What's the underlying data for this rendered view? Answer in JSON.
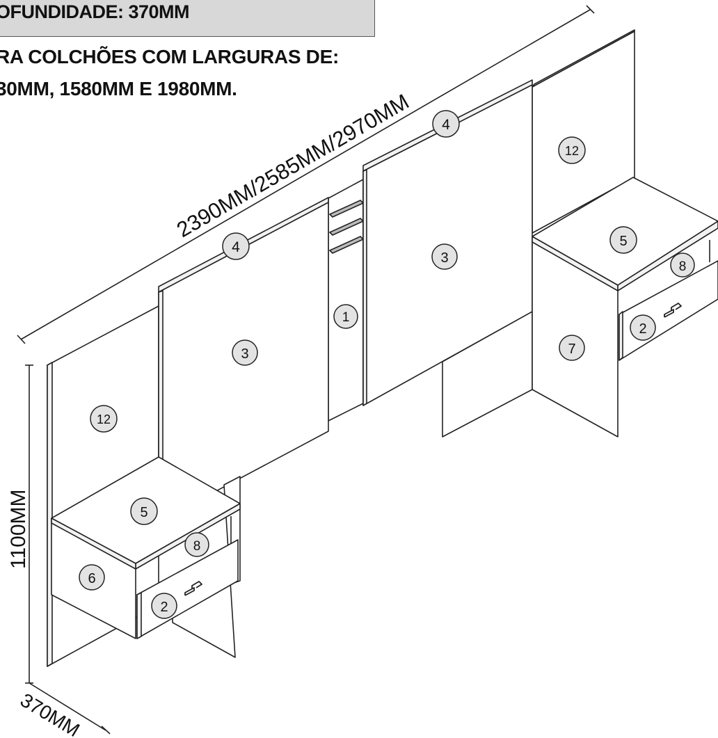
{
  "header": {
    "depth_label": "OFUNDIDADE: 370MM"
  },
  "notes": {
    "line1": "RA COLCHÕES COM LARGURAS DE:",
    "line2": "30MM, 1580MM E 1980MM."
  },
  "dimensions": {
    "width": "2390MM/2585MM/2970MM",
    "height": "1100MM",
    "depth": "370MM"
  },
  "callouts": {
    "c4a": "4",
    "c4b": "4",
    "c3a": "3",
    "c3b": "3",
    "c1": "1",
    "c12a": "12",
    "c12b": "12",
    "c5a": "5",
    "c5b": "5",
    "c8a": "8",
    "c8b": "8",
    "c2a": "2",
    "c2b": "2",
    "c6": "6",
    "c7": "7"
  },
  "colors": {
    "header_fill": "#d8d8d8",
    "callout_fill": "#e3e3e3",
    "line": "#222222"
  }
}
